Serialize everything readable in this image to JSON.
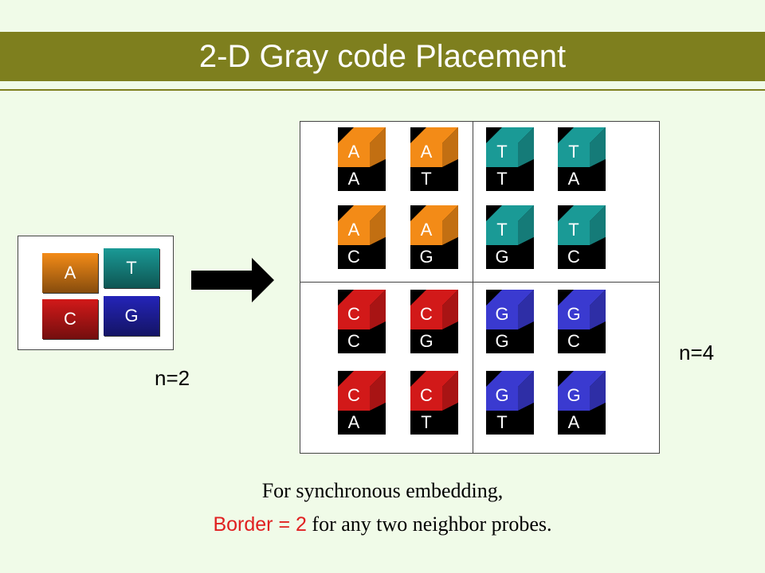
{
  "title": "2-D Gray code Placement",
  "small_grid": {
    "label": "n=2",
    "cells": [
      {
        "letter": "A",
        "color": "#f38b17"
      },
      {
        "letter": "T",
        "color": "#1a9a96"
      },
      {
        "letter": "C",
        "color": "#d21919"
      },
      {
        "letter": "G",
        "color": "#2424b8"
      }
    ]
  },
  "large_grid": {
    "label": "n=4",
    "probes": [
      {
        "top": "A",
        "bottom": "A",
        "color": "#f38b17"
      },
      {
        "top": "A",
        "bottom": "T",
        "color": "#f38b17"
      },
      {
        "top": "T",
        "bottom": "T",
        "color": "#1a9a96"
      },
      {
        "top": "T",
        "bottom": "A",
        "color": "#1a9a96"
      },
      {
        "top": "A",
        "bottom": "C",
        "color": "#f38b17"
      },
      {
        "top": "A",
        "bottom": "G",
        "color": "#f38b17"
      },
      {
        "top": "T",
        "bottom": "G",
        "color": "#1a9a96"
      },
      {
        "top": "T",
        "bottom": "C",
        "color": "#1a9a96"
      },
      {
        "top": "C",
        "bottom": "C",
        "color": "#d21919"
      },
      {
        "top": "C",
        "bottom": "G",
        "color": "#d21919"
      },
      {
        "top": "G",
        "bottom": "G",
        "color": "#3a3ad0"
      },
      {
        "top": "G",
        "bottom": "C",
        "color": "#3a3ad0"
      },
      {
        "top": "C",
        "bottom": "A",
        "color": "#d21919"
      },
      {
        "top": "C",
        "bottom": "T",
        "color": "#d21919"
      },
      {
        "top": "G",
        "bottom": "T",
        "color": "#3a3ad0"
      },
      {
        "top": "G",
        "bottom": "A",
        "color": "#3a3ad0"
      }
    ]
  },
  "caption": {
    "line1": "For synchronous embedding,",
    "highlight": "Border = 2",
    "line2_rest": " for any two neighbor probes."
  },
  "colors": {
    "title_bar": "#7e7f1e",
    "background": "#f0fbe8",
    "highlight": "#e02020"
  }
}
